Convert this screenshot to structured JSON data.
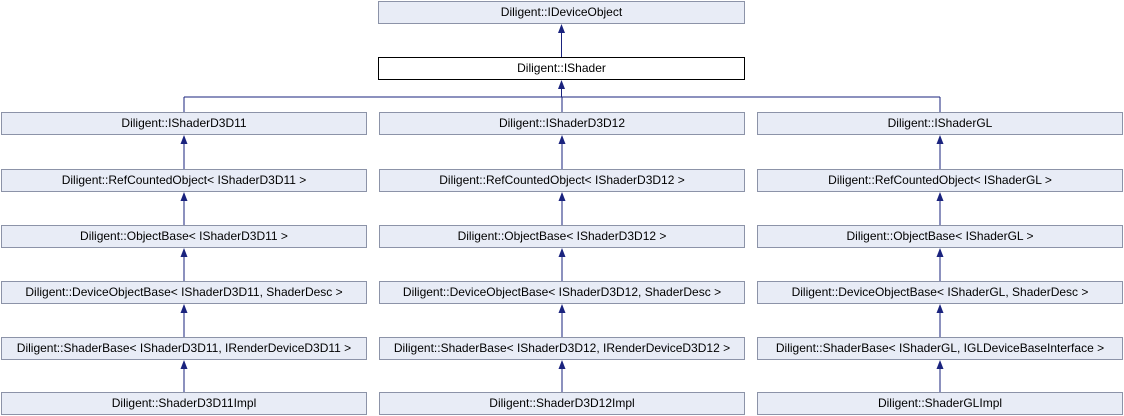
{
  "diagram": {
    "root": {
      "label": "Diligent::IDeviceObject"
    },
    "current": {
      "label": "Diligent::IShader"
    },
    "columns": [
      {
        "nodes": [
          "Diligent::IShaderD3D11",
          "Diligent::RefCountedObject< IShaderD3D11 >",
          "Diligent::ObjectBase< IShaderD3D11 >",
          "Diligent::DeviceObjectBase< IShaderD3D11, ShaderDesc >",
          "Diligent::ShaderBase< IShaderD3D11, IRenderDeviceD3D11 >",
          "Diligent::ShaderD3D11Impl"
        ]
      },
      {
        "nodes": [
          "Diligent::IShaderD3D12",
          "Diligent::RefCountedObject< IShaderD3D12 >",
          "Diligent::ObjectBase< IShaderD3D12 >",
          "Diligent::DeviceObjectBase< IShaderD3D12, ShaderDesc >",
          "Diligent::ShaderBase< IShaderD3D12, IRenderDeviceD3D12 >",
          "Diligent::ShaderD3D12Impl"
        ]
      },
      {
        "nodes": [
          "Diligent::IShaderGL",
          "Diligent::RefCountedObject< IShaderGL >",
          "Diligent::ObjectBase< IShaderGL >",
          "Diligent::DeviceObjectBase< IShaderGL, ShaderDesc >",
          "Diligent::ShaderBase< IShaderGL, IGLDeviceBaseInterface >",
          "Diligent::ShaderGLImpl"
        ]
      }
    ],
    "colors": {
      "node_fill": "#e8ecf6",
      "node_border": "#8c93a8",
      "current_fill": "#ffffff",
      "current_border": "#000000",
      "edge": "#1a237e"
    }
  }
}
